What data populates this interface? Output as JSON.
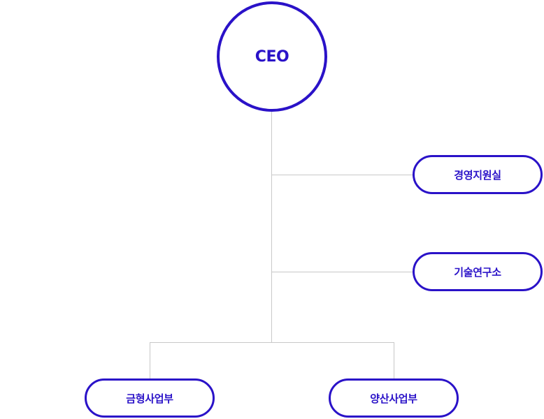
{
  "org_chart": {
    "root": {
      "label": "CEO"
    },
    "side_departments": [
      {
        "label": "경영지원실"
      },
      {
        "label": "기술연구소"
      }
    ],
    "bottom_departments": [
      {
        "label": "금형사업부"
      },
      {
        "label": "양산사업부"
      }
    ]
  },
  "colors": {
    "accent": "#2a12c8",
    "connector": "#c8c8c8",
    "background": "#ffffff"
  }
}
